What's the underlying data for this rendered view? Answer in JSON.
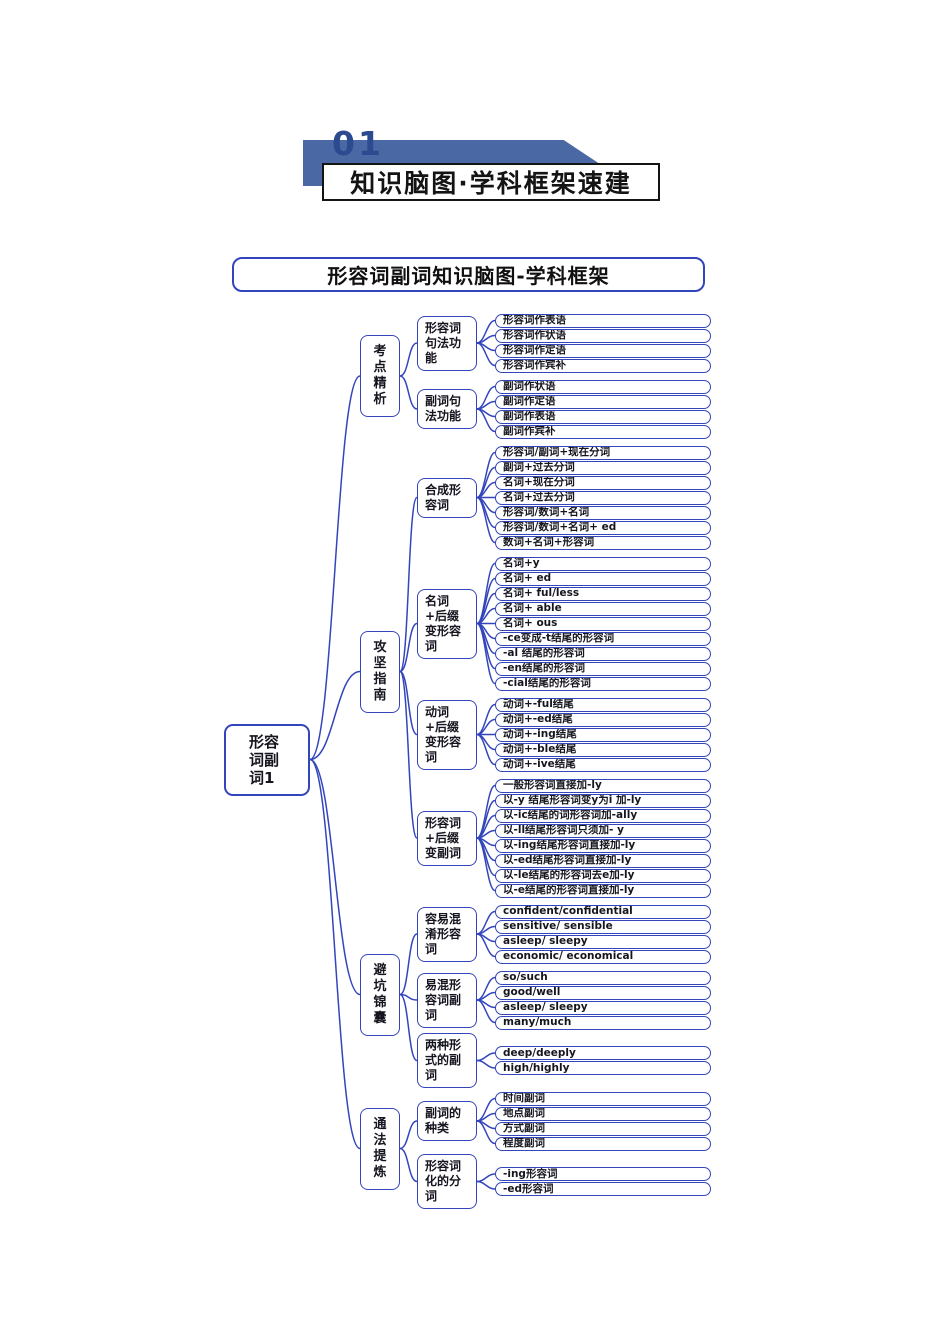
{
  "colors": {
    "line": "#3345bb",
    "banner": "#4a68a4",
    "number": "#2b4a8f"
  },
  "header": {
    "number": "01",
    "title": "知识脑图·学科框架速建"
  },
  "map_title": "形容词副词知识脑图-学科框架",
  "tree": {
    "root": "形容词副词1",
    "branches": [
      {
        "label": "考点精析",
        "children": [
          {
            "label": "形容词句法功能",
            "leaves": [
              "形容词作表语",
              "形容词作状语",
              "形容词作定语",
              "形容词作宾补"
            ]
          },
          {
            "label": "副词句法功能",
            "leaves": [
              "副词作状语",
              "副词作定语",
              "副词作表语",
              "副词作宾补"
            ]
          }
        ]
      },
      {
        "label": "攻坚指南",
        "children": [
          {
            "label": "合成形容词",
            "leaves": [
              "形容词/副词+现在分词",
              "副词+过去分词",
              "名词+现在分词",
              "名词+过去分词",
              "形容词/数词+名词",
              "形容词/数词+名词+ ed",
              "数词+名词+形容词"
            ]
          },
          {
            "label": "名词+后缀变形容词",
            "leaves": [
              "名词+y",
              "名词+ ed",
              "名词+ ful/less",
              "名词+ able",
              "名词+ ous",
              "-ce变成-t结尾的形容词",
              "-al 结尾的形容词",
              "-en结尾的形容词",
              "-cial结尾的形容词"
            ]
          },
          {
            "label": "动词+后缀变形容词",
            "leaves": [
              "动词+-ful结尾",
              "动词+-ed结尾",
              "动词+-ing结尾",
              "动词+-ble结尾",
              "动词+-ive结尾"
            ]
          },
          {
            "label": "形容词+后缀变副词",
            "leaves": [
              "一般形容词直接加-ly",
              "以-y 结尾形容词变y为i 加-ly",
              "以-ic结尾的词形容词加-ally",
              "以-ll结尾形容词只须加- y",
              "以-ing结尾形容词直接加-ly",
              "以-ed结尾形容词直接加-ly",
              "以-le结尾的形容词去e加-ly",
              "以-e结尾的形容词直接加-ly"
            ]
          }
        ]
      },
      {
        "label": "避坑锦囊",
        "children": [
          {
            "label": "容易混淆形容词",
            "leaves": [
              "confident/confidential",
              "sensitive/ sensible",
              "asleep/ sleepy",
              "economic/ economical"
            ]
          },
          {
            "label": "易混形容词副词",
            "leaves": [
              "so/such",
              "good/well",
              "asleep/ sleepy",
              "many/much"
            ]
          },
          {
            "label": "两种形式的副词",
            "leaves": [
              "deep/deeply",
              "high/highly"
            ]
          }
        ]
      },
      {
        "label": "通法提炼",
        "children": [
          {
            "label": "副词的种类",
            "leaves": [
              "时间副词",
              "地点副词",
              "方式副词",
              "程度副词"
            ]
          },
          {
            "label": "形容词化的分词",
            "leaves": [
              "-ing形容词",
              "-ed形容词"
            ]
          }
        ]
      }
    ]
  }
}
